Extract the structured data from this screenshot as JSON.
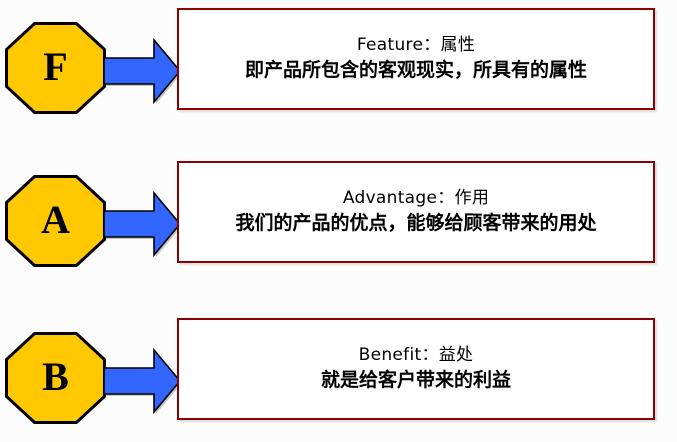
{
  "diagram": {
    "type": "fab-selling-model",
    "background_color": "#fcfcfc",
    "badge_fill_color": "#ffc800",
    "badge_stroke_color": "#000000",
    "arrow_fill_color": "#3366ff",
    "arrow_stroke_color": "#000000",
    "box_border_color": "#8b0000",
    "box_fill_color": "#ffffff",
    "text_color": "#000000"
  },
  "rows": [
    {
      "badge_letter": "F",
      "badge_shape": "octagon",
      "arrow_icon": "right-arrow-icon",
      "title": "Feature：属性",
      "description": "即产品所包含的客观现实，所具有的属性"
    },
    {
      "badge_letter": "A",
      "badge_shape": "octagon",
      "arrow_icon": "right-arrow-icon",
      "title": "Advantage：作用",
      "description": "我们的产品的优点，能够给顾客带来的用处"
    },
    {
      "badge_letter": "B",
      "badge_shape": "octagon",
      "arrow_icon": "right-arrow-icon",
      "title": "Benefit：益处",
      "description": "就是给客户带来的利益"
    }
  ]
}
